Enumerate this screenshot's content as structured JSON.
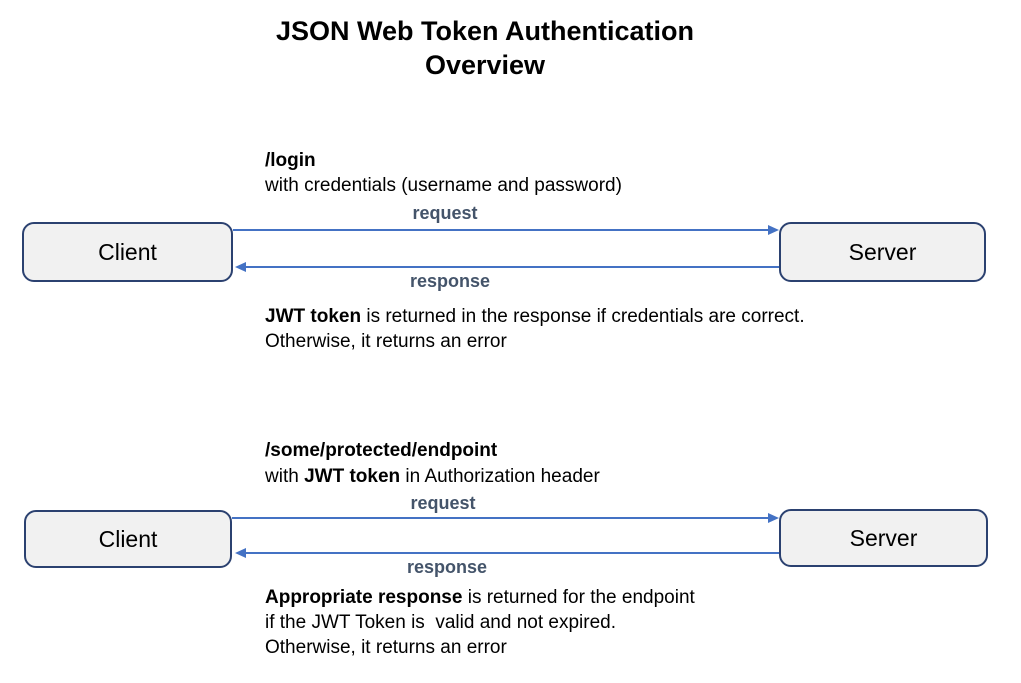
{
  "title": {
    "line1": "JSON Web Token Authentication",
    "line2": "Overview"
  },
  "colors": {
    "box_border": "#2b4170",
    "box_fill": "#f1f1f1",
    "arrow_blue": "#4472c4",
    "label_navy": "#44546a",
    "text_black": "#000000"
  },
  "sections": [
    {
      "endpoint": "/login",
      "subtitle": {
        "pre": "with credentials (username and password)",
        "bold": "",
        "post": ""
      },
      "request_label": "request",
      "response_label": "response",
      "client_label": "Client",
      "server_label": "Server",
      "caption": {
        "bold": "JWT token",
        "after_bold": " is returned in the response if credentials are correct.",
        "extra_lines": [
          "Otherwise, it returns an error"
        ]
      }
    },
    {
      "endpoint": "/some/protected/endpoint",
      "subtitle": {
        "pre": "with ",
        "bold": "JWT token",
        "post": " in Authorization header"
      },
      "request_label": "request",
      "response_label": "response",
      "client_label": "Client",
      "server_label": "Server",
      "caption": {
        "bold": "Appropriate response",
        "after_bold": " is returned for the endpoint",
        "extra_lines": [
          "if the JWT Token is  valid and not expired.",
          "Otherwise, it returns an error"
        ]
      }
    }
  ]
}
